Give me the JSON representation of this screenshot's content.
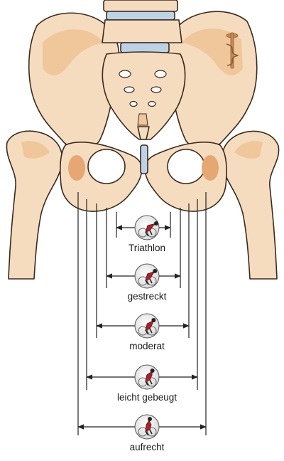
{
  "diagram": {
    "colors": {
      "bone": "#f6dcbf",
      "bone_shade": "#efc79a",
      "bone_dark": "#e6a774",
      "outline": "#3a2a1e",
      "disc": "#bcd3e6",
      "rider": "#b0202a",
      "line": "#222222",
      "background": "#ffffff"
    },
    "positions": [
      {
        "label": "Triathlon",
        "icon": "cyclist-icon"
      },
      {
        "label": "gestreckt",
        "icon": "cyclist-icon"
      },
      {
        "label": "moderat",
        "icon": "cyclist-icon"
      },
      {
        "label": "leicht gebeugt",
        "icon": "cyclist-icon"
      },
      {
        "label": "aufrecht",
        "icon": "cyclist-icon"
      }
    ]
  }
}
